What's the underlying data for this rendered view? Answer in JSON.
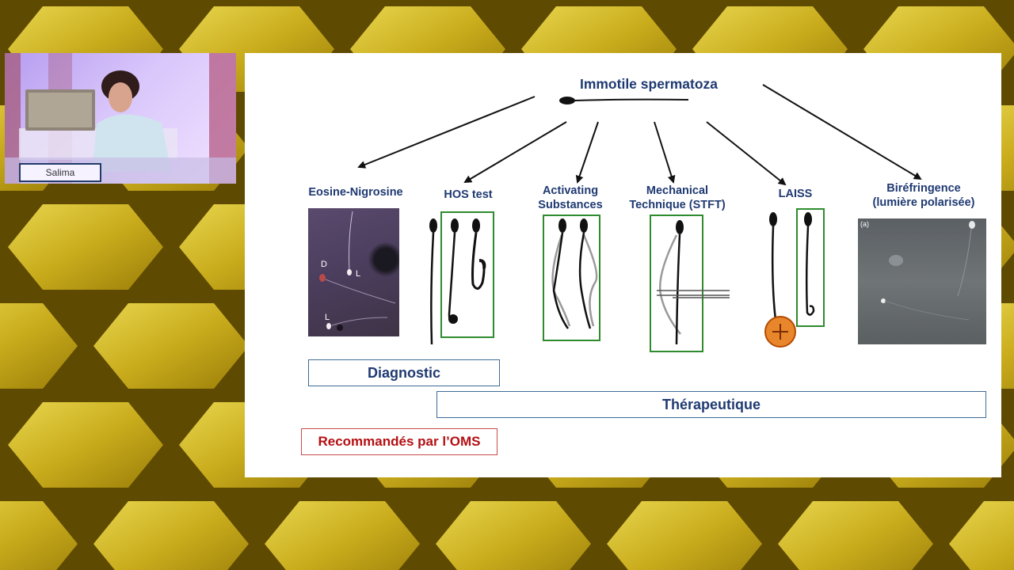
{
  "speaker": {
    "name": "Salima"
  },
  "slide": {
    "root": "Immotile spermatoza",
    "methods": [
      {
        "label": "Eosine-Nigrosine",
        "photo_markers": [
          "D",
          "L",
          "L"
        ]
      },
      {
        "label": "HOS test"
      },
      {
        "label": "Activating\nSubstances"
      },
      {
        "label": "Mechanical\nTechnique (STFT)"
      },
      {
        "label": "LAISS"
      },
      {
        "label": "Biréfringence\n(lumière polarisée)",
        "photo_markers": [
          "(a)"
        ]
      }
    ],
    "diagnostic": "Diagnostic",
    "therapeutique": "Thérapeutique",
    "oms": "Recommandés par l’OMS"
  }
}
